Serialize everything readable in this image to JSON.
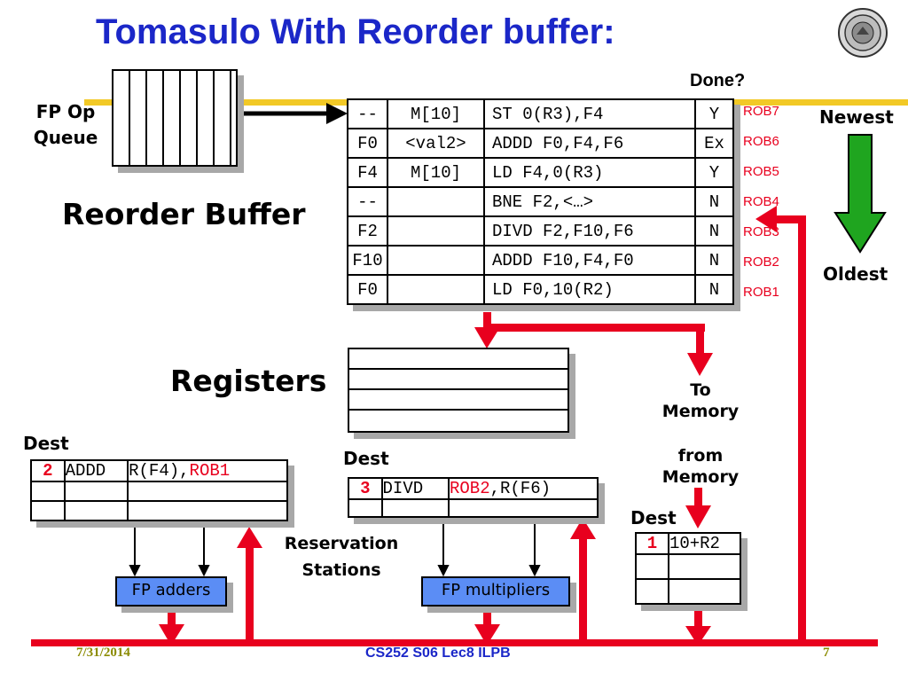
{
  "title": "Tomasulo With Reorder buffer:",
  "fp_op_queue_label": [
    "FP Op",
    "Queue"
  ],
  "reorder_buffer_label": "Reorder Buffer",
  "done_label": "Done?",
  "newest_label": "Newest",
  "oldest_label": "Oldest",
  "rob_rows": [
    {
      "dest": "--",
      "value": "M[10]",
      "instr": "ST 0(R3),F4",
      "done": "Y",
      "tag": "ROB7"
    },
    {
      "dest": "F0",
      "value": "<val2>",
      "instr": "ADDD F0,F4,F6",
      "done": "Ex",
      "tag": "ROB6"
    },
    {
      "dest": "F4",
      "value": "M[10]",
      "instr": "LD F4,0(R3)",
      "done": "Y",
      "tag": "ROB5"
    },
    {
      "dest": "--",
      "value": "",
      "instr": "BNE F2,<…>",
      "done": "N",
      "tag": "ROB4"
    },
    {
      "dest": "F2",
      "value": "",
      "instr": "DIVD F2,F10,F6",
      "done": "N",
      "tag": "ROB3"
    },
    {
      "dest": "F10",
      "value": "",
      "instr": "ADDD F10,F4,F0",
      "done": "N",
      "tag": "ROB2"
    },
    {
      "dest": "F0",
      "value": "",
      "instr": "LD F0,10(R2)",
      "done": "N",
      "tag": "ROB1"
    }
  ],
  "registers_label": "Registers",
  "to_memory_label": [
    "To",
    "Memory"
  ],
  "from_memory_label": [
    "from",
    "Memory"
  ],
  "adders_rs": {
    "dest_label": "Dest",
    "row": {
      "dest": "2",
      "op": "ADDD",
      "operands_prefix": "R(F4),",
      "operands_tag": "ROB1"
    }
  },
  "multipliers_rs": {
    "dest_label": "Dest",
    "row": {
      "dest": "3",
      "op": "DIVD",
      "operands_tag": "ROB2",
      "operands_suffix": ",R(F6)"
    }
  },
  "reservation_stations_label": [
    "Reservation",
    "Stations"
  ],
  "load_buffer": {
    "dest_label": "Dest",
    "row": {
      "dest": "1",
      "addr": "10+R2"
    }
  },
  "fp_adders_label": "FP adders",
  "fp_multipliers_label": "FP multipliers",
  "footer": {
    "date": "7/31/2014",
    "course": "CS252 S06 Lec8 ILPB",
    "page": "7"
  },
  "colors": {
    "title": "#1b27c8",
    "arrow_red": "#e8001e",
    "newest_arrow": "#1fa51f",
    "unit_fill": "#5b8df5",
    "footer_date": "#8b8b00",
    "footer_course": "#1b27c8"
  },
  "icons": [
    "university-seal-icon"
  ]
}
